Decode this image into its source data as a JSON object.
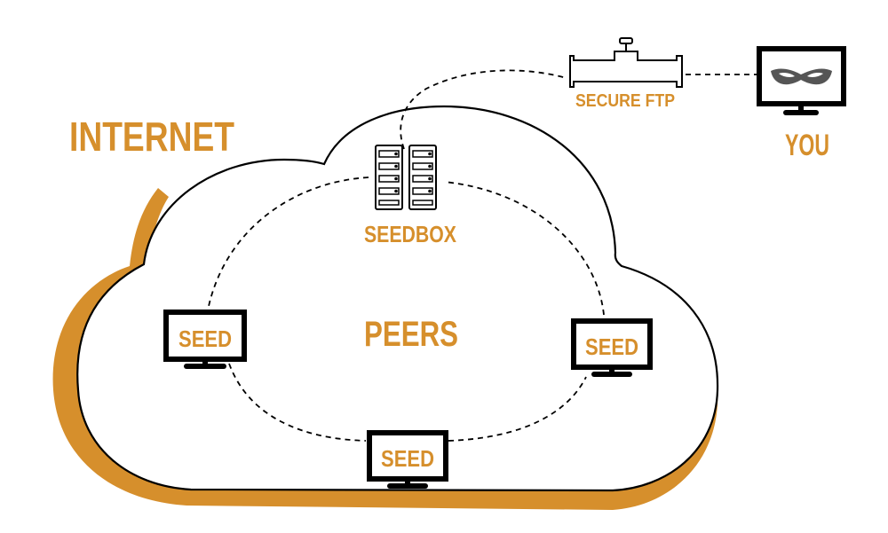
{
  "colors": {
    "accent": "#d68f2c",
    "ink": "#000000",
    "mask": "#555555",
    "background": "#ffffff"
  },
  "labels": {
    "internet": "INTERNET",
    "peers": "PEERS",
    "seedbox": "SEEDBOX",
    "secure_ftp": "SECURE FTP",
    "you": "YOU",
    "seed_left": "SEED",
    "seed_right": "SEED",
    "seed_bottom": "SEED"
  },
  "icons": {
    "seedbox": "server-rack-icon",
    "secure_ftp": "pipe-valve-icon",
    "you": "monitor-mask-icon",
    "seed": "monitor-icon"
  }
}
